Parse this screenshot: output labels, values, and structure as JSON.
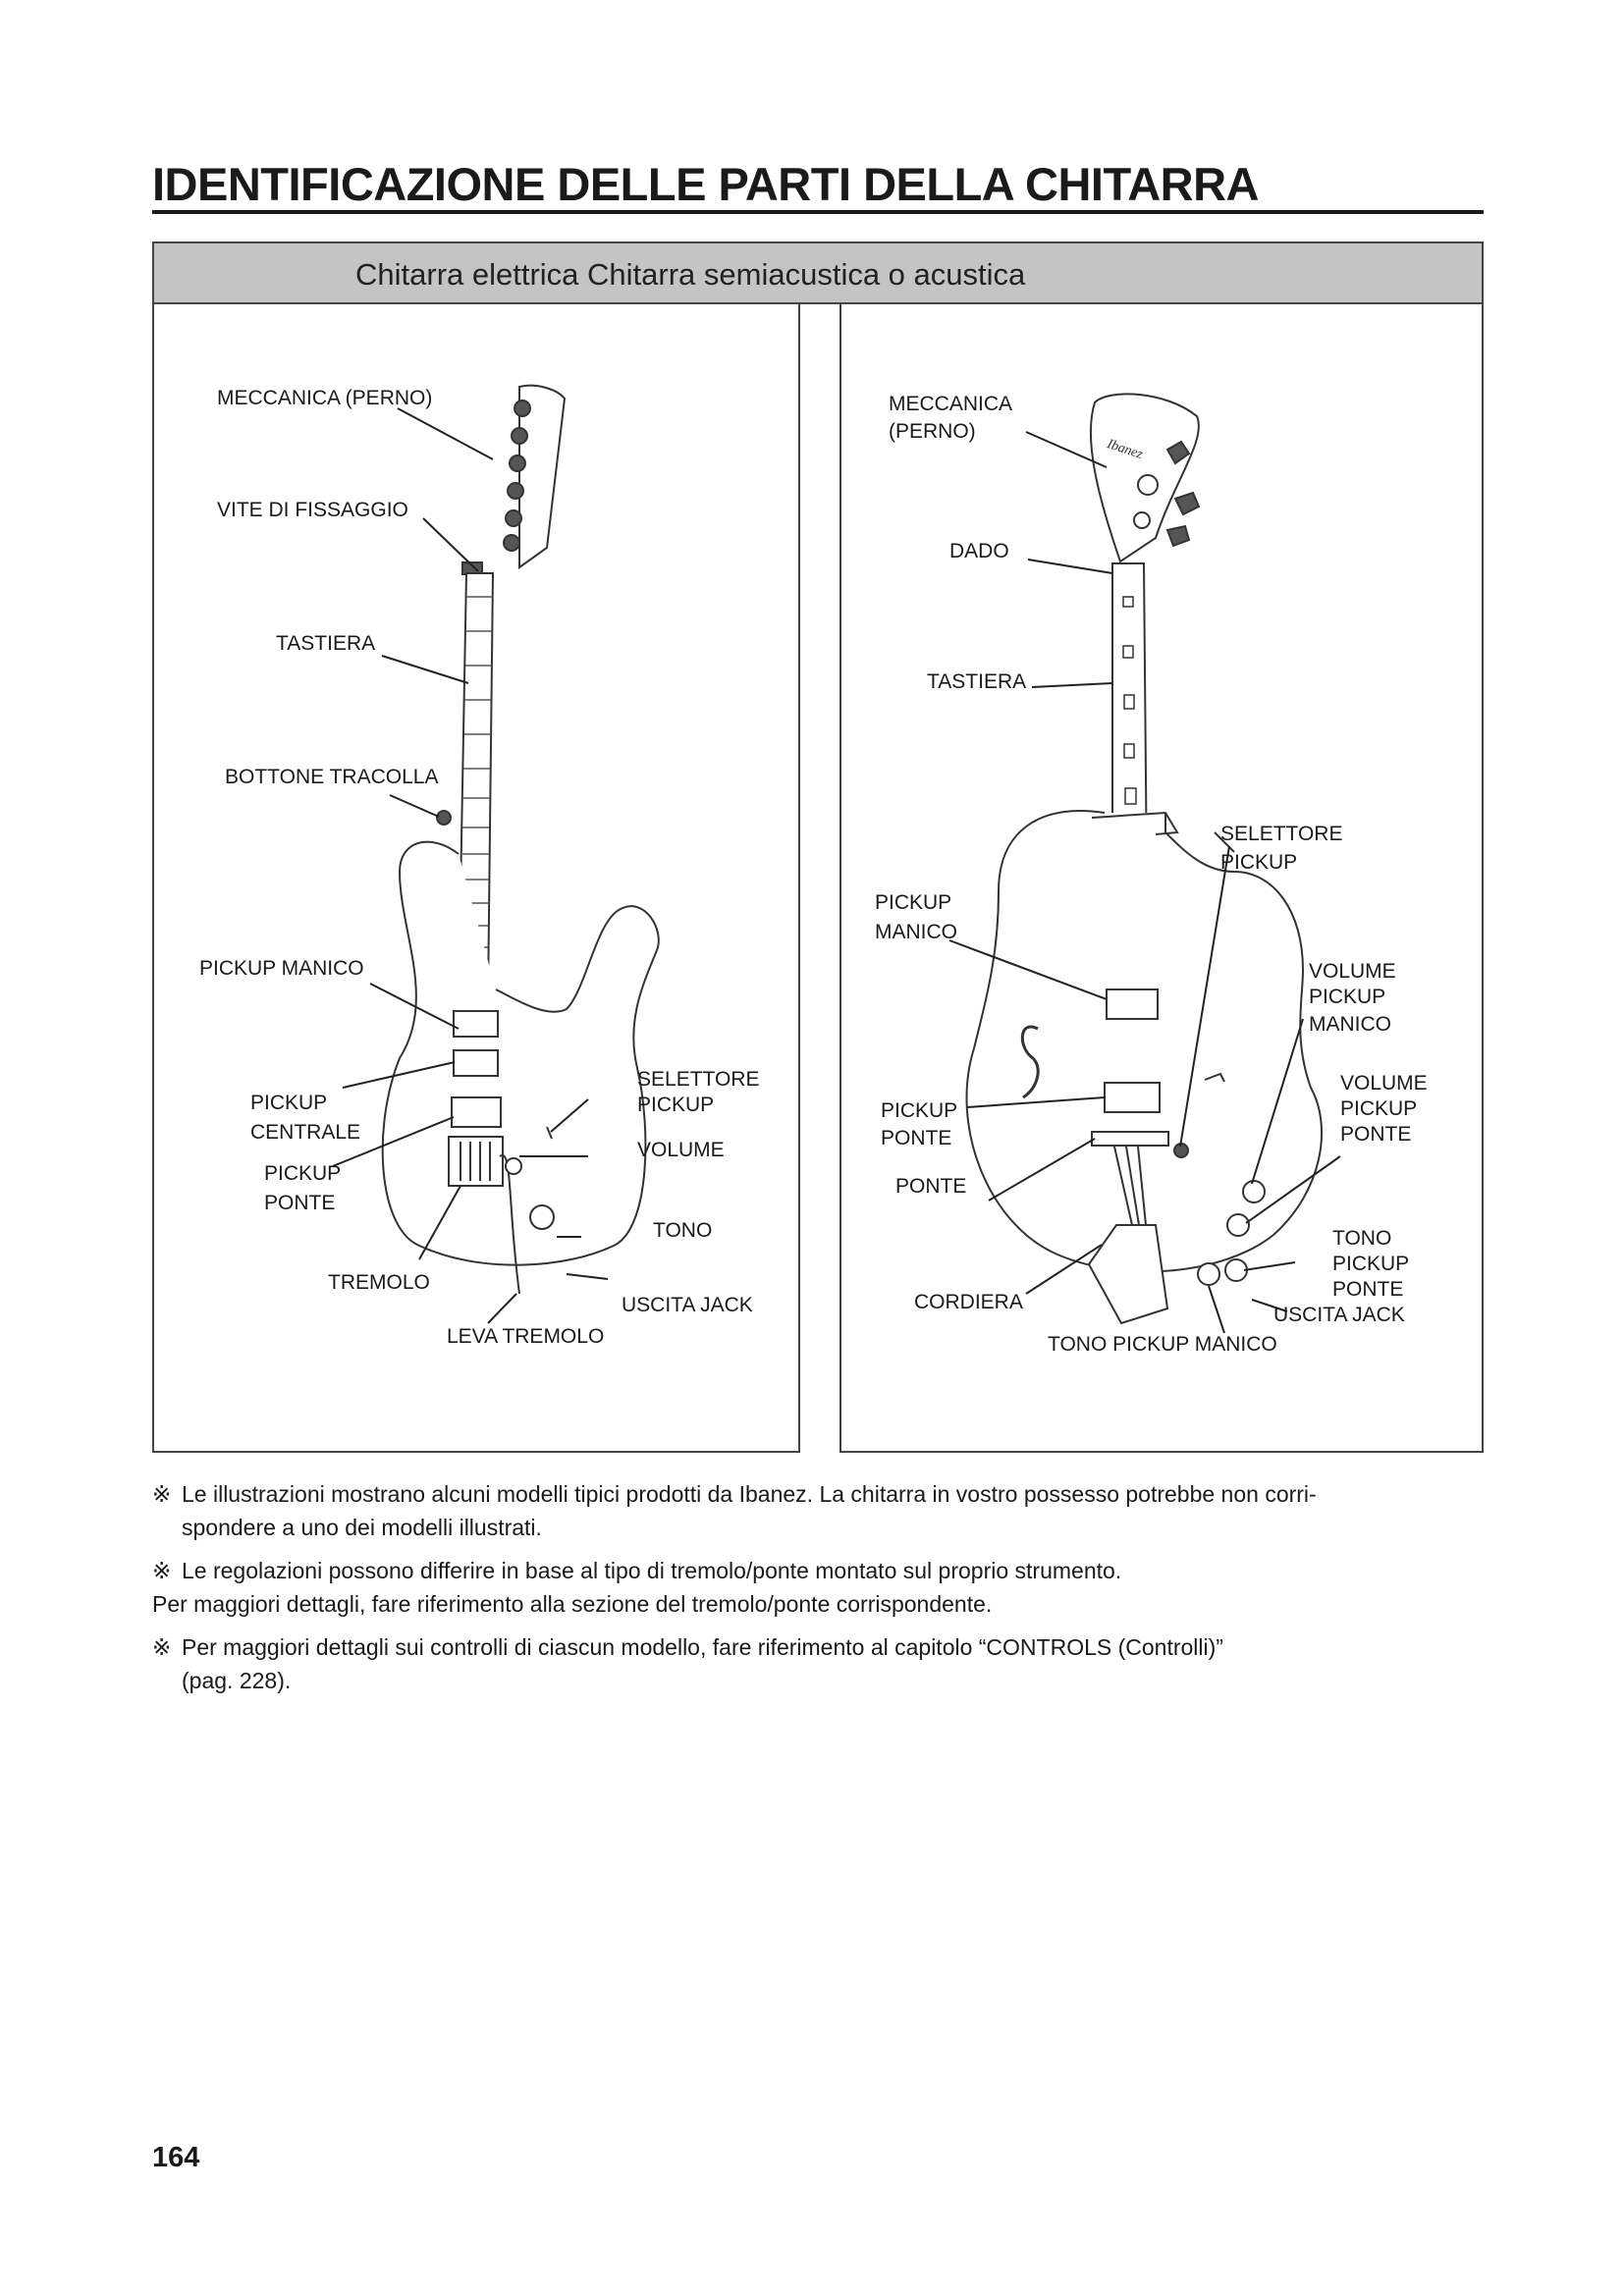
{
  "title": "IDENTIFICAZIONE DELLE PARTI DELLA CHITARRA",
  "header": "Chitarra elettrica Chitarra semiacustica o acustica",
  "electric_labels": {
    "tuner": "MECCANICA (PERNO)",
    "lock_screw": "VITE DI FISSAGGIO",
    "fretboard": "TASTIERA",
    "strap_button": "BOTTONE TRACOLLA",
    "neck_pickup": "PICKUP MANICO",
    "middle_pickup_1": "PICKUP",
    "middle_pickup_2": "CENTRALE",
    "bridge_pickup_1": "PICKUP",
    "bridge_pickup_2": "PONTE",
    "tremolo": "TREMOLO",
    "tremolo_arm": "LEVA TREMOLO",
    "selector_1": "SELETTORE",
    "selector_2": "PICKUP",
    "volume": "VOLUME",
    "tone": "TONO",
    "jack": "USCITA JACK"
  },
  "acoustic_labels": {
    "tuner_1": "MECCANICA",
    "tuner_2": "(PERNO)",
    "nut": "DADO",
    "fretboard": "TASTIERA",
    "selector_1": "SELETTORE",
    "selector_2": "PICKUP",
    "neck_pickup_1": "PICKUP",
    "neck_pickup_2": "MANICO",
    "volume_neck_1": "VOLUME",
    "volume_neck_2": "PICKUP",
    "volume_neck_3": "MANICO",
    "volume_bridge_1": "VOLUME",
    "volume_bridge_2": "PICKUP",
    "volume_bridge_3": "PONTE",
    "bridge_pickup_1": "PICKUP",
    "bridge_pickup_2": "PONTE",
    "bridge": "PONTE",
    "tone_bridge_1": "TONO",
    "tone_bridge_2": "PICKUP",
    "tone_bridge_3": "PONTE",
    "jack": "USCITA JACK",
    "tailpiece": "CORDIERA",
    "tone_neck": "TONO PICKUP MANICO",
    "headstock_logo": "Ibanez"
  },
  "notes": {
    "mark": "※",
    "note1_line1": "Le illustrazioni mostrano alcuni modelli tipici prodotti da Ibanez. La chitarra in vostro possesso potrebbe non corri-",
    "note1_line2": "spondere a uno dei modelli illustrati.",
    "note2_line1": "Le regolazioni possono differire in base al tipo di tremolo/ponte montato sul proprio strumento.",
    "note2_line2": "Per maggiori dettagli, fare riferimento alla sezione del tremolo/ponte corrispondente.",
    "note3_line1": "Per maggiori dettagli sui controlli di ciascun modello, fare riferimento al capitolo “CONTROLS (Controlli)”",
    "note3_line2": "(pag. 228)."
  },
  "page_number": "164"
}
